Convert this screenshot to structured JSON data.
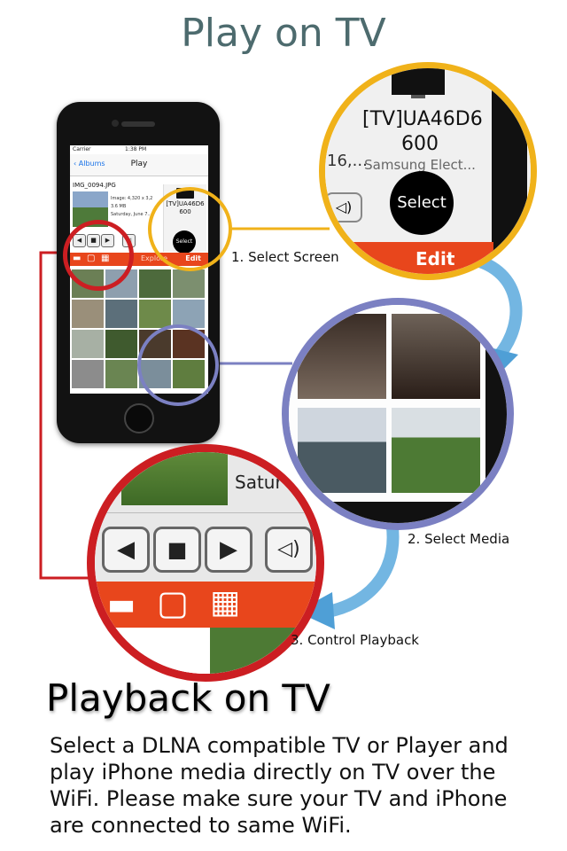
{
  "title": "Play on TV",
  "phone": {
    "status_carrier": "Carrier",
    "status_time": "1:38 PM",
    "nav_back": "Albums",
    "nav_title": "Play",
    "file_name": "IMG_0094.JPG",
    "meta_lines": [
      "Image: 4,320 x 3,2",
      "3.6 MB",
      "Saturday, June 7..."
    ],
    "tv_name": "[TV]UA46D6\n600",
    "tv_maker": "Samsung Elect...",
    "select_label": "Select",
    "tab_explore": "Explore",
    "edit_label": "Edit"
  },
  "zoom_tv": {
    "tv_name_line1": "[TV]UA46D6",
    "tv_name_line2": "600",
    "left_fragment": "16,...",
    "tv_maker": "Samsung Elect...",
    "select_label": "Select",
    "edit_label": "Edit"
  },
  "zoom_control": {
    "date_fragment": "Satur"
  },
  "steps": {
    "step1": "1. Select Screen",
    "step2": "2. Select Media",
    "step3": "3. Control Playback"
  },
  "heading": "Playback on TV",
  "description": "Select a DLNA compatible TV or Player and play iPhone media directly on TV over the WiFi. Please make sure your TV and iPhone are connected to same WiFi.",
  "colors": {
    "accent_orange": "#e8461c",
    "ring_yellow": "#f0b21a",
    "ring_blue": "#7b80c2",
    "ring_red": "#cc1e22",
    "arrow_blue": "#5aa9dd",
    "title_color": "#4d6b6e"
  },
  "icons": [
    "folder-icon",
    "photo-icon",
    "video-icon",
    "prev-icon",
    "stop-icon",
    "next-icon",
    "speaker-icon",
    "tv-icon",
    "curved-arrow-icon"
  ]
}
